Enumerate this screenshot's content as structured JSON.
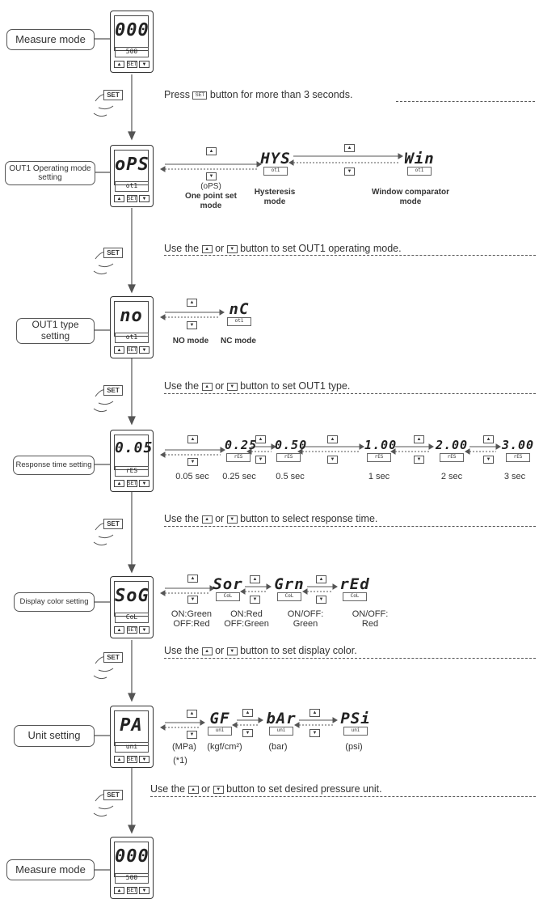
{
  "steps": [
    {
      "label": "Measure mode",
      "display": "000",
      "sub": "500",
      "btns": [
        "▲",
        "SET",
        "▼"
      ]
    },
    {
      "label": "OUT1 Operating mode setting",
      "display": "oPS",
      "sub": "ot1"
    },
    {
      "label": "OUT1 type setting",
      "display": "no",
      "sub": "ot1"
    },
    {
      "label": "Response time setting",
      "display": "0.05",
      "sub": "rES"
    },
    {
      "label": "Display color setting",
      "display": "SoG",
      "sub": "CoL"
    },
    {
      "label": "Unit setting",
      "display": "PA",
      "sub": "uni"
    },
    {
      "label": "Measure mode",
      "display": "000",
      "sub": "500"
    }
  ],
  "set_label": "SET",
  "up": "▲",
  "down": "▼",
  "instructions": [
    {
      "pre": "Press",
      "mid": "SET",
      "post": "button for more than 3 seconds."
    },
    {
      "pre": "Use the",
      "a": "▲",
      "mid": "or",
      "b": "▼",
      "post": "button to set OUT1 operating mode."
    },
    {
      "pre": "Use the",
      "a": "▲",
      "mid": "or",
      "b": "▼",
      "post": "button to set OUT1 type."
    },
    {
      "pre": "Use the",
      "a": "▲",
      "mid": "or",
      "b": "▼",
      "post": "button to select response time."
    },
    {
      "pre": "Use the",
      "a": "▲",
      "mid": "or",
      "b": "▼",
      "post": "button to set display color."
    },
    {
      "pre": "Use the",
      "a": "▲",
      "mid": "or",
      "b": "▼",
      "post": "button to set desired pressure unit."
    }
  ],
  "opmode": {
    "items": [
      {
        "v": "HYS",
        "s": "ot1"
      },
      {
        "v": "Win",
        "s": "ot1"
      }
    ],
    "cap1a": "(oPS)",
    "cap1b": "One point set",
    "cap1c": "mode",
    "cap2a": "Hysteresis",
    "cap2b": "mode",
    "cap3a": "Window comparator",
    "cap3b": "mode"
  },
  "type": {
    "item": {
      "v": "nC",
      "s": "ot1"
    },
    "cap1": "NO mode",
    "cap2": "NC mode"
  },
  "resp": {
    "items": [
      {
        "v": "0.25",
        "s": "rES"
      },
      {
        "v": "0.50",
        "s": "rES"
      },
      {
        "v": "1.00",
        "s": "rES"
      },
      {
        "v": "2.00",
        "s": "rES"
      },
      {
        "v": "3.00",
        "s": "rES"
      }
    ],
    "caps": [
      "0.05 sec",
      "0.25 sec",
      "0.5 sec",
      "1 sec",
      "2 sec",
      "3 sec"
    ]
  },
  "color": {
    "items": [
      {
        "v": "Sor",
        "s": "CoL"
      },
      {
        "v": "Grn",
        "s": "CoL"
      },
      {
        "v": "rEd",
        "s": "CoL"
      }
    ],
    "caps": [
      [
        "ON:Green",
        "OFF:Red"
      ],
      [
        "ON:Red",
        "OFF:Green"
      ],
      [
        "ON/OFF:",
        "Green"
      ],
      [
        "ON/OFF:",
        "Red"
      ]
    ]
  },
  "unit": {
    "items": [
      {
        "v": "GF",
        "s": "uni"
      },
      {
        "v": "bAr",
        "s": "uni"
      },
      {
        "v": "PSi",
        "s": "uni"
      }
    ],
    "caps": [
      "(MPa)",
      "(kgf/cm²)",
      "(bar)",
      "(psi)"
    ],
    "note": "(*1)"
  }
}
